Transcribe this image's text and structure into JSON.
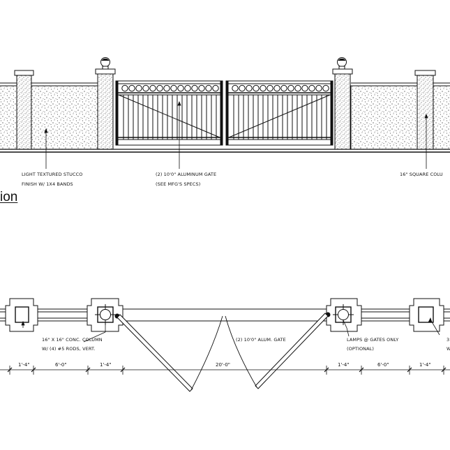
{
  "elevation": {
    "title_fragment": "ion",
    "notes": {
      "stucco_line1": "LIGHT TEXTURED STUCCO",
      "stucco_line2": "FINISH W/ 1X4 BANDS",
      "gate_line1": "(2) 10'0\" ALUMINUM GATE",
      "gate_line2": "(SEE MFG'S SPECS)",
      "column": "16\" SQUARE COLU"
    }
  },
  "plan": {
    "notes": {
      "column_line1": "16\" X 16\" CONC. COLUMN",
      "column_line2": "W/ (4) #5 RODS, VERT.",
      "gate": "(2) 10'0\" ALUM. GATE",
      "lamps_line1": "LAMPS @ GATES ONLY",
      "lamps_line2": "(OPTIONAL)",
      "edge_line1": "3",
      "edge_line2": "W"
    },
    "dimensions": [
      "1'-4\"",
      "6'-0\"",
      "1'-4\"",
      "20'-0\"",
      "1'-4\"",
      "6'-0\"",
      "1'-4\""
    ]
  }
}
